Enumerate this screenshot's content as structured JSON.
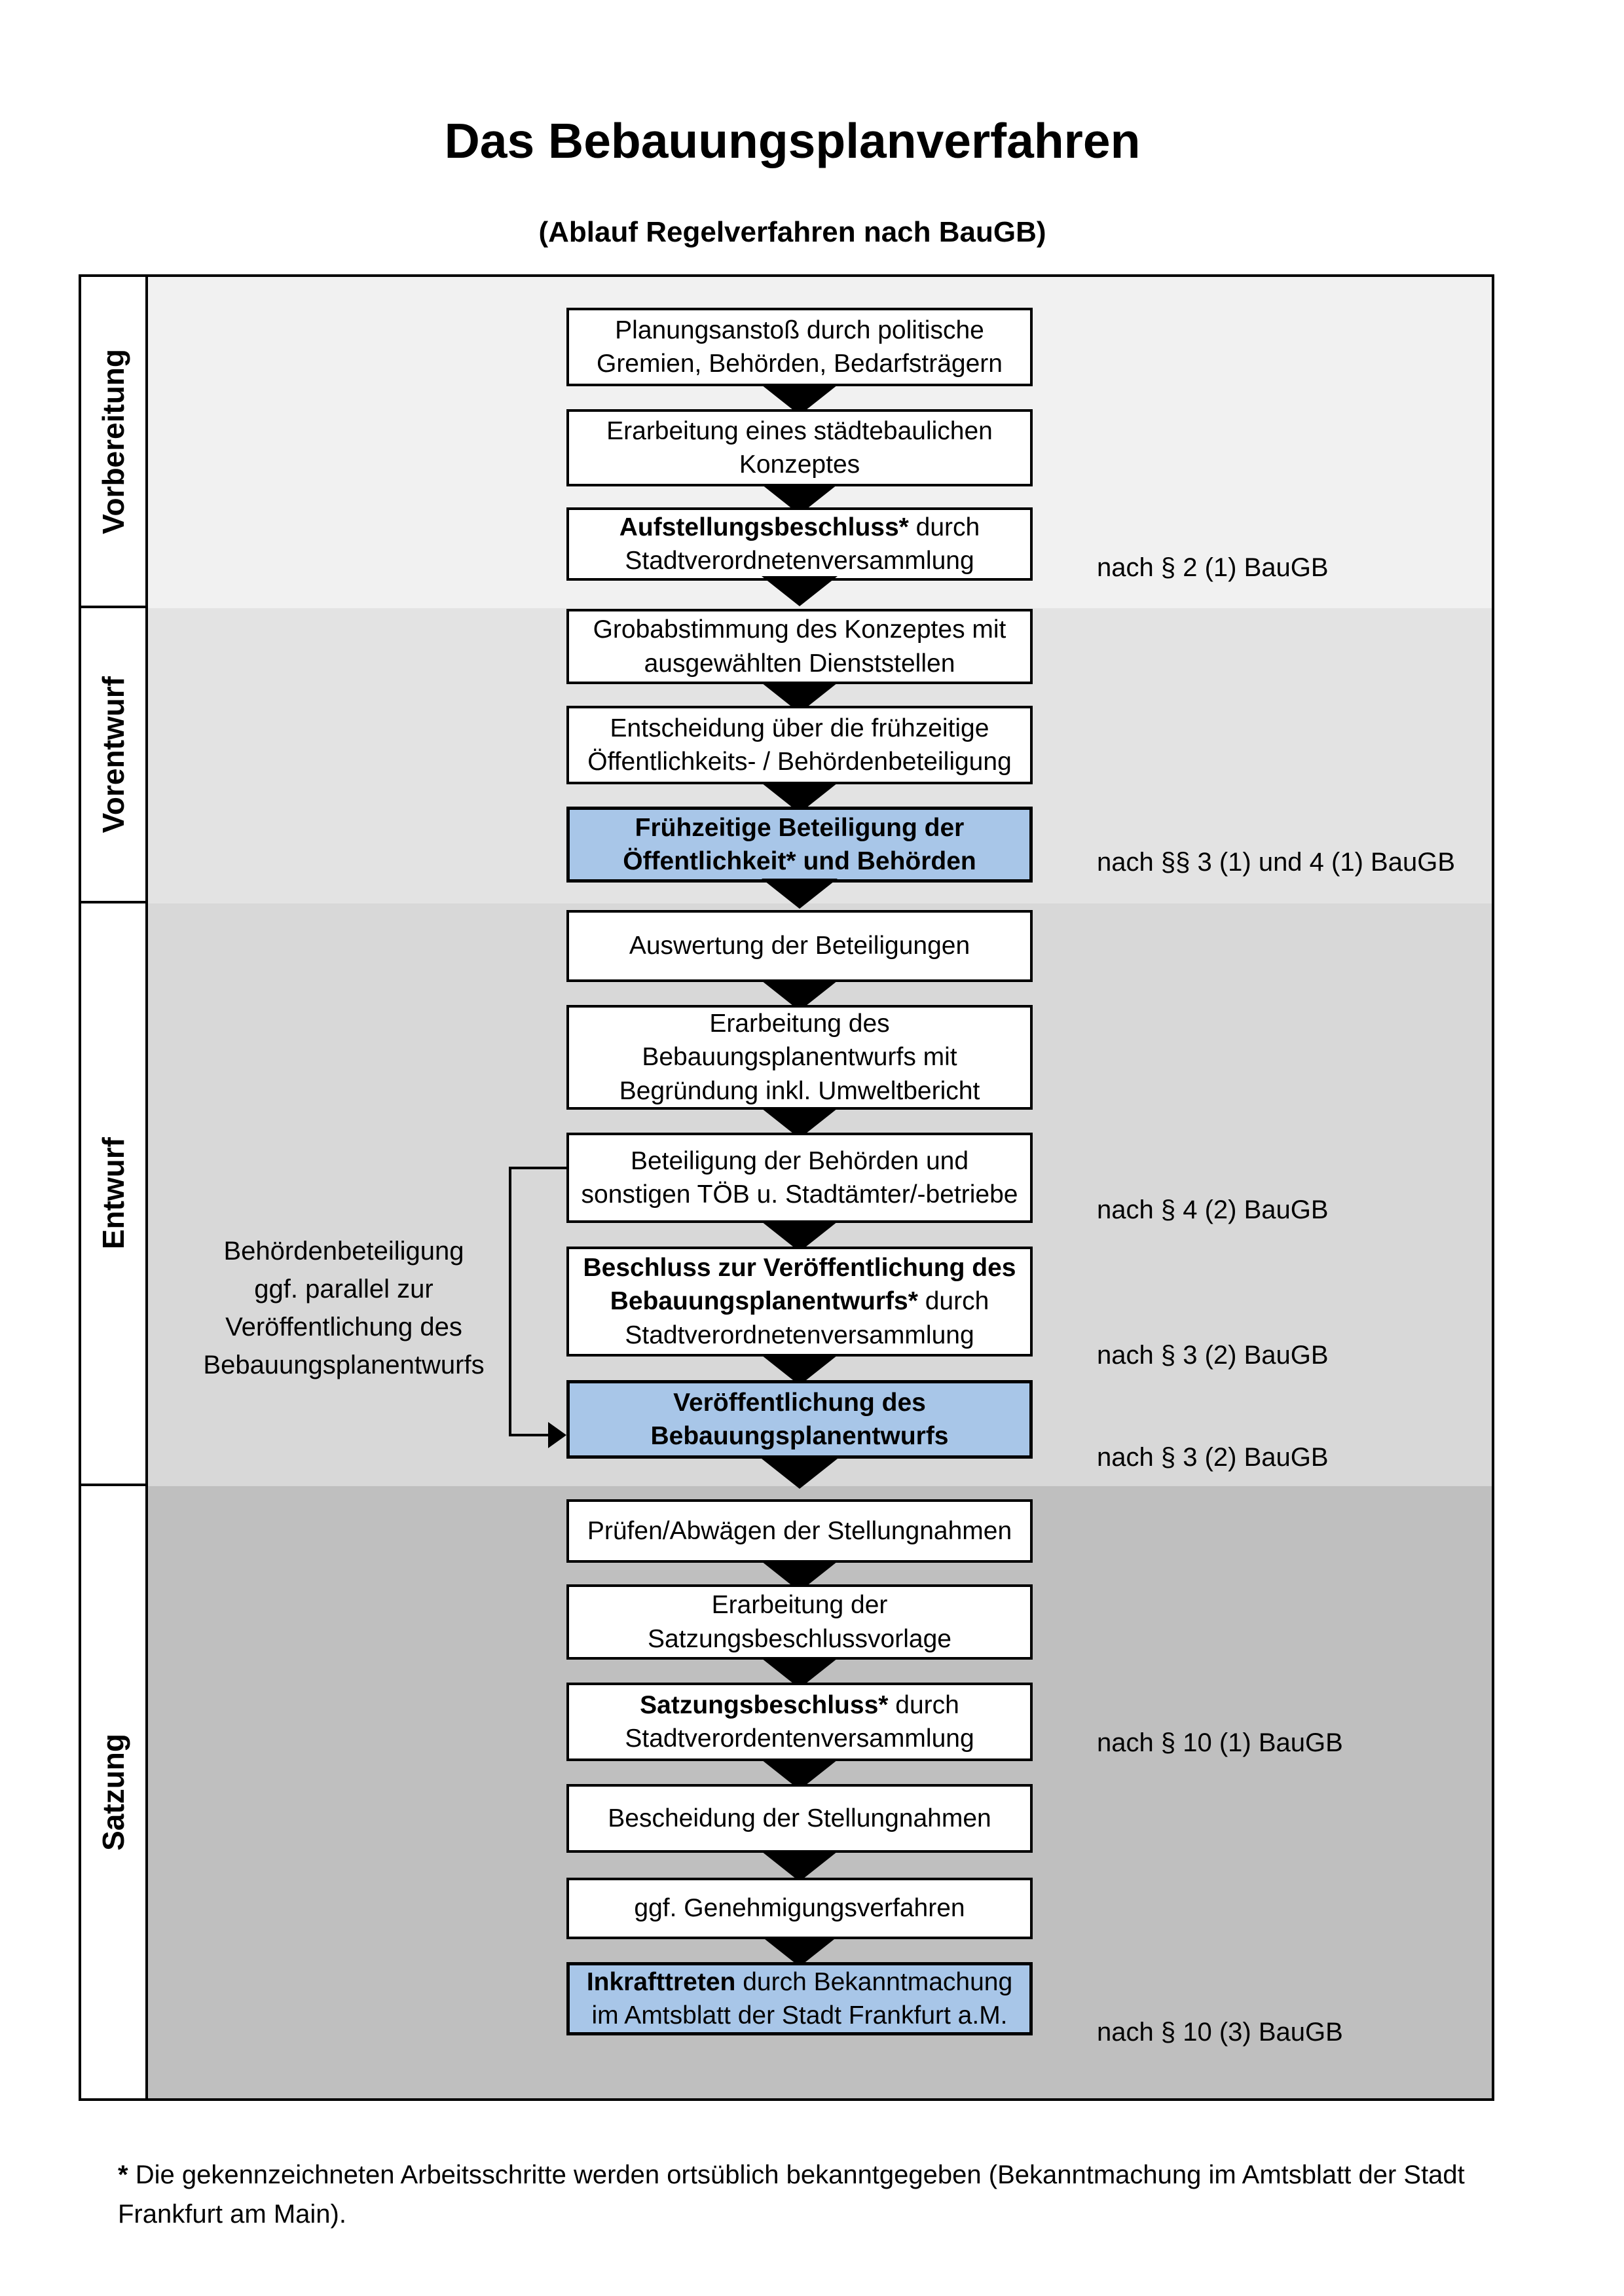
{
  "title": "Das Bebauungsplanverfahren",
  "subtitle": "(Ablauf Regelverfahren nach BauGB)",
  "sidebar": {
    "sections": [
      {
        "label": "Vorbereitung"
      },
      {
        "label": "Vorentwurf"
      },
      {
        "label": "Entwurf"
      },
      {
        "label": "Satzung"
      }
    ]
  },
  "flow": {
    "steps": [
      {
        "l1": "Planungsanstoß durch politische",
        "l2": "Gremien, Behörden, Bedarfsträgern"
      },
      {
        "l1": "Erarbeitung eines städtebaulichen",
        "l2": "Konzeptes"
      },
      {
        "b1": "Aufstellungsbeschluss*",
        "r1": " durch",
        "l2": "Stadtverordnetenversammlung"
      },
      {
        "l1": "Grobabstimmung des Konzeptes mit",
        "l2": "ausgewählten Dienststellen"
      },
      {
        "l1": "Entscheidung über die frühzeitige",
        "l2": "Öffentlichkeits- / Behördenbeteiligung"
      },
      {
        "b1": "Frühzeitige Beteiligung der",
        "b2": "Öffentlichkeit* und Behörden",
        "highlight": true
      },
      {
        "l1": "Auswertung der Beteiligungen"
      },
      {
        "l1": "Erarbeitung des",
        "l2": "Bebauungsplanentwurfs mit",
        "l3": "Begründung inkl. Umweltbericht"
      },
      {
        "l1": "Beteiligung der Behörden und",
        "l2": "sonstigen TÖB u. Stadtämter/-betriebe"
      },
      {
        "b1": "Beschluss zur Veröffentlichung des",
        "b2": "Bebauungsplanentwurfs*",
        "r2": " durch",
        "l3": "Stadtverordnetenversammlung"
      },
      {
        "b1": "Veröffentlichung des",
        "b2": "Bebauungsplanentwurfs",
        "highlight": true
      },
      {
        "l1": "Prüfen/Abwägen der Stellungnahmen"
      },
      {
        "l1": "Erarbeitung der",
        "l2": "Satzungsbeschlussvorlage"
      },
      {
        "b1": "Satzungsbeschluss*",
        "r1": " durch",
        "l2": "Stadtverordentenversammlung"
      },
      {
        "l1": "Bescheidung der Stellungnahmen"
      },
      {
        "l1": "ggf. Genehmigungsverfahren"
      },
      {
        "b1": "Inkrafttreten",
        "r1": " durch Bekanntmachung",
        "l2": "im Amtsblatt der Stadt Frankfurt a.M.",
        "highlight": true
      }
    ]
  },
  "annotation": {
    "l1": "Behördenbeteiligung",
    "l2": "ggf. parallel zur",
    "l3": "Veröffentlichung des",
    "l4": "Bebauungsplanentwurfs"
  },
  "references": [
    {
      "text": "nach § 2 (1) BauGB"
    },
    {
      "text": "nach §§ 3 (1) und 4 (1) BauGB"
    },
    {
      "text": "nach § 4 (2) BauGB"
    },
    {
      "text": "nach § 3 (2) BauGB"
    },
    {
      "text": "nach § 3 (2) BauGB"
    },
    {
      "text": "nach § 10 (1) BauGB"
    },
    {
      "text": "nach § 10 (3) BauGB"
    }
  ],
  "footnote": {
    "star": "*",
    "line1": " Die gekennzeichneten Arbeitsschritte werden ortsüblich bekanntgegeben (Bekanntmachung im Amtsblatt  der Stadt",
    "line2": "Frankfurt am Main)."
  },
  "colors": {
    "highlight_blue": "#a8c6e8",
    "section_backgrounds": [
      "#f1f1f1",
      "#e3e3e3",
      "#d8d8d8",
      "#bfbfbf"
    ],
    "border": "#000000"
  }
}
